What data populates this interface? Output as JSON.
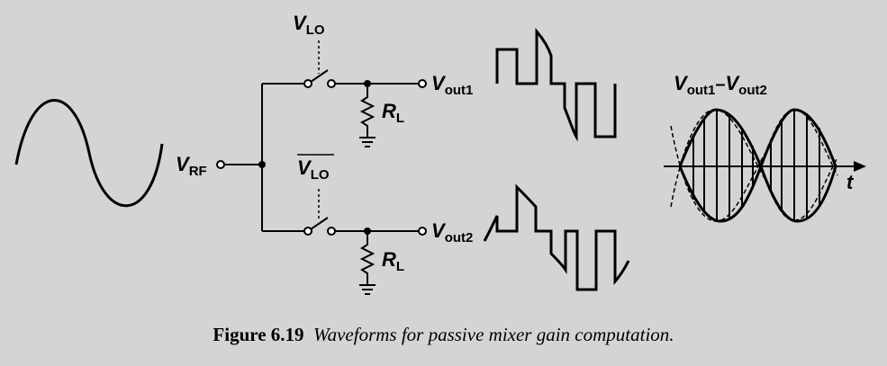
{
  "labels": {
    "vlo": "V",
    "vlo_sub": "LO",
    "vlo_bar": "V",
    "vlo_bar_sub": "LO",
    "vrf": "V",
    "vrf_sub": "RF",
    "vout1": "V",
    "vout1_sub": "out1",
    "vout2": "V",
    "vout2_sub": "out2",
    "rl_top": "R",
    "rl_top_sub": "L",
    "rl_bot": "R",
    "rl_bot_sub": "L",
    "diff_a": "V",
    "diff_a_sub": "out1",
    "diff_dash": "–",
    "diff_b": "V",
    "diff_b_sub": "out2",
    "t_axis": "t"
  },
  "caption": {
    "number": "Figure 6.19",
    "text": "Waveforms for passive mixer gain computation."
  }
}
